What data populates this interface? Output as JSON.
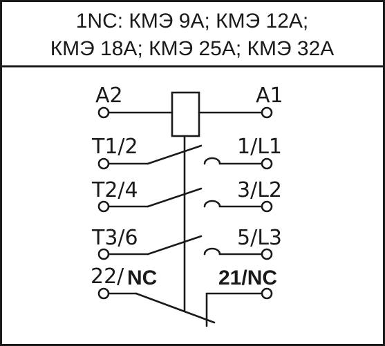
{
  "header": {
    "line1": "1NC: КМЭ 9А; КМЭ 12А;",
    "line2": "КМЭ 18А; КМЭ 25А; КМЭ 32А"
  },
  "terminals": {
    "a2": "A2",
    "a1": "A1",
    "t1": "T1/2",
    "l1": "1/L1",
    "t2": "T2/4",
    "l2": "3/L2",
    "t3": "T3/6",
    "l3": "5/L3",
    "nc22_num": "22/",
    "nc22_suffix": "NC",
    "nc21": "21/NC"
  },
  "colors": {
    "stroke": "#1a1a1a",
    "background": "#ffffff"
  }
}
